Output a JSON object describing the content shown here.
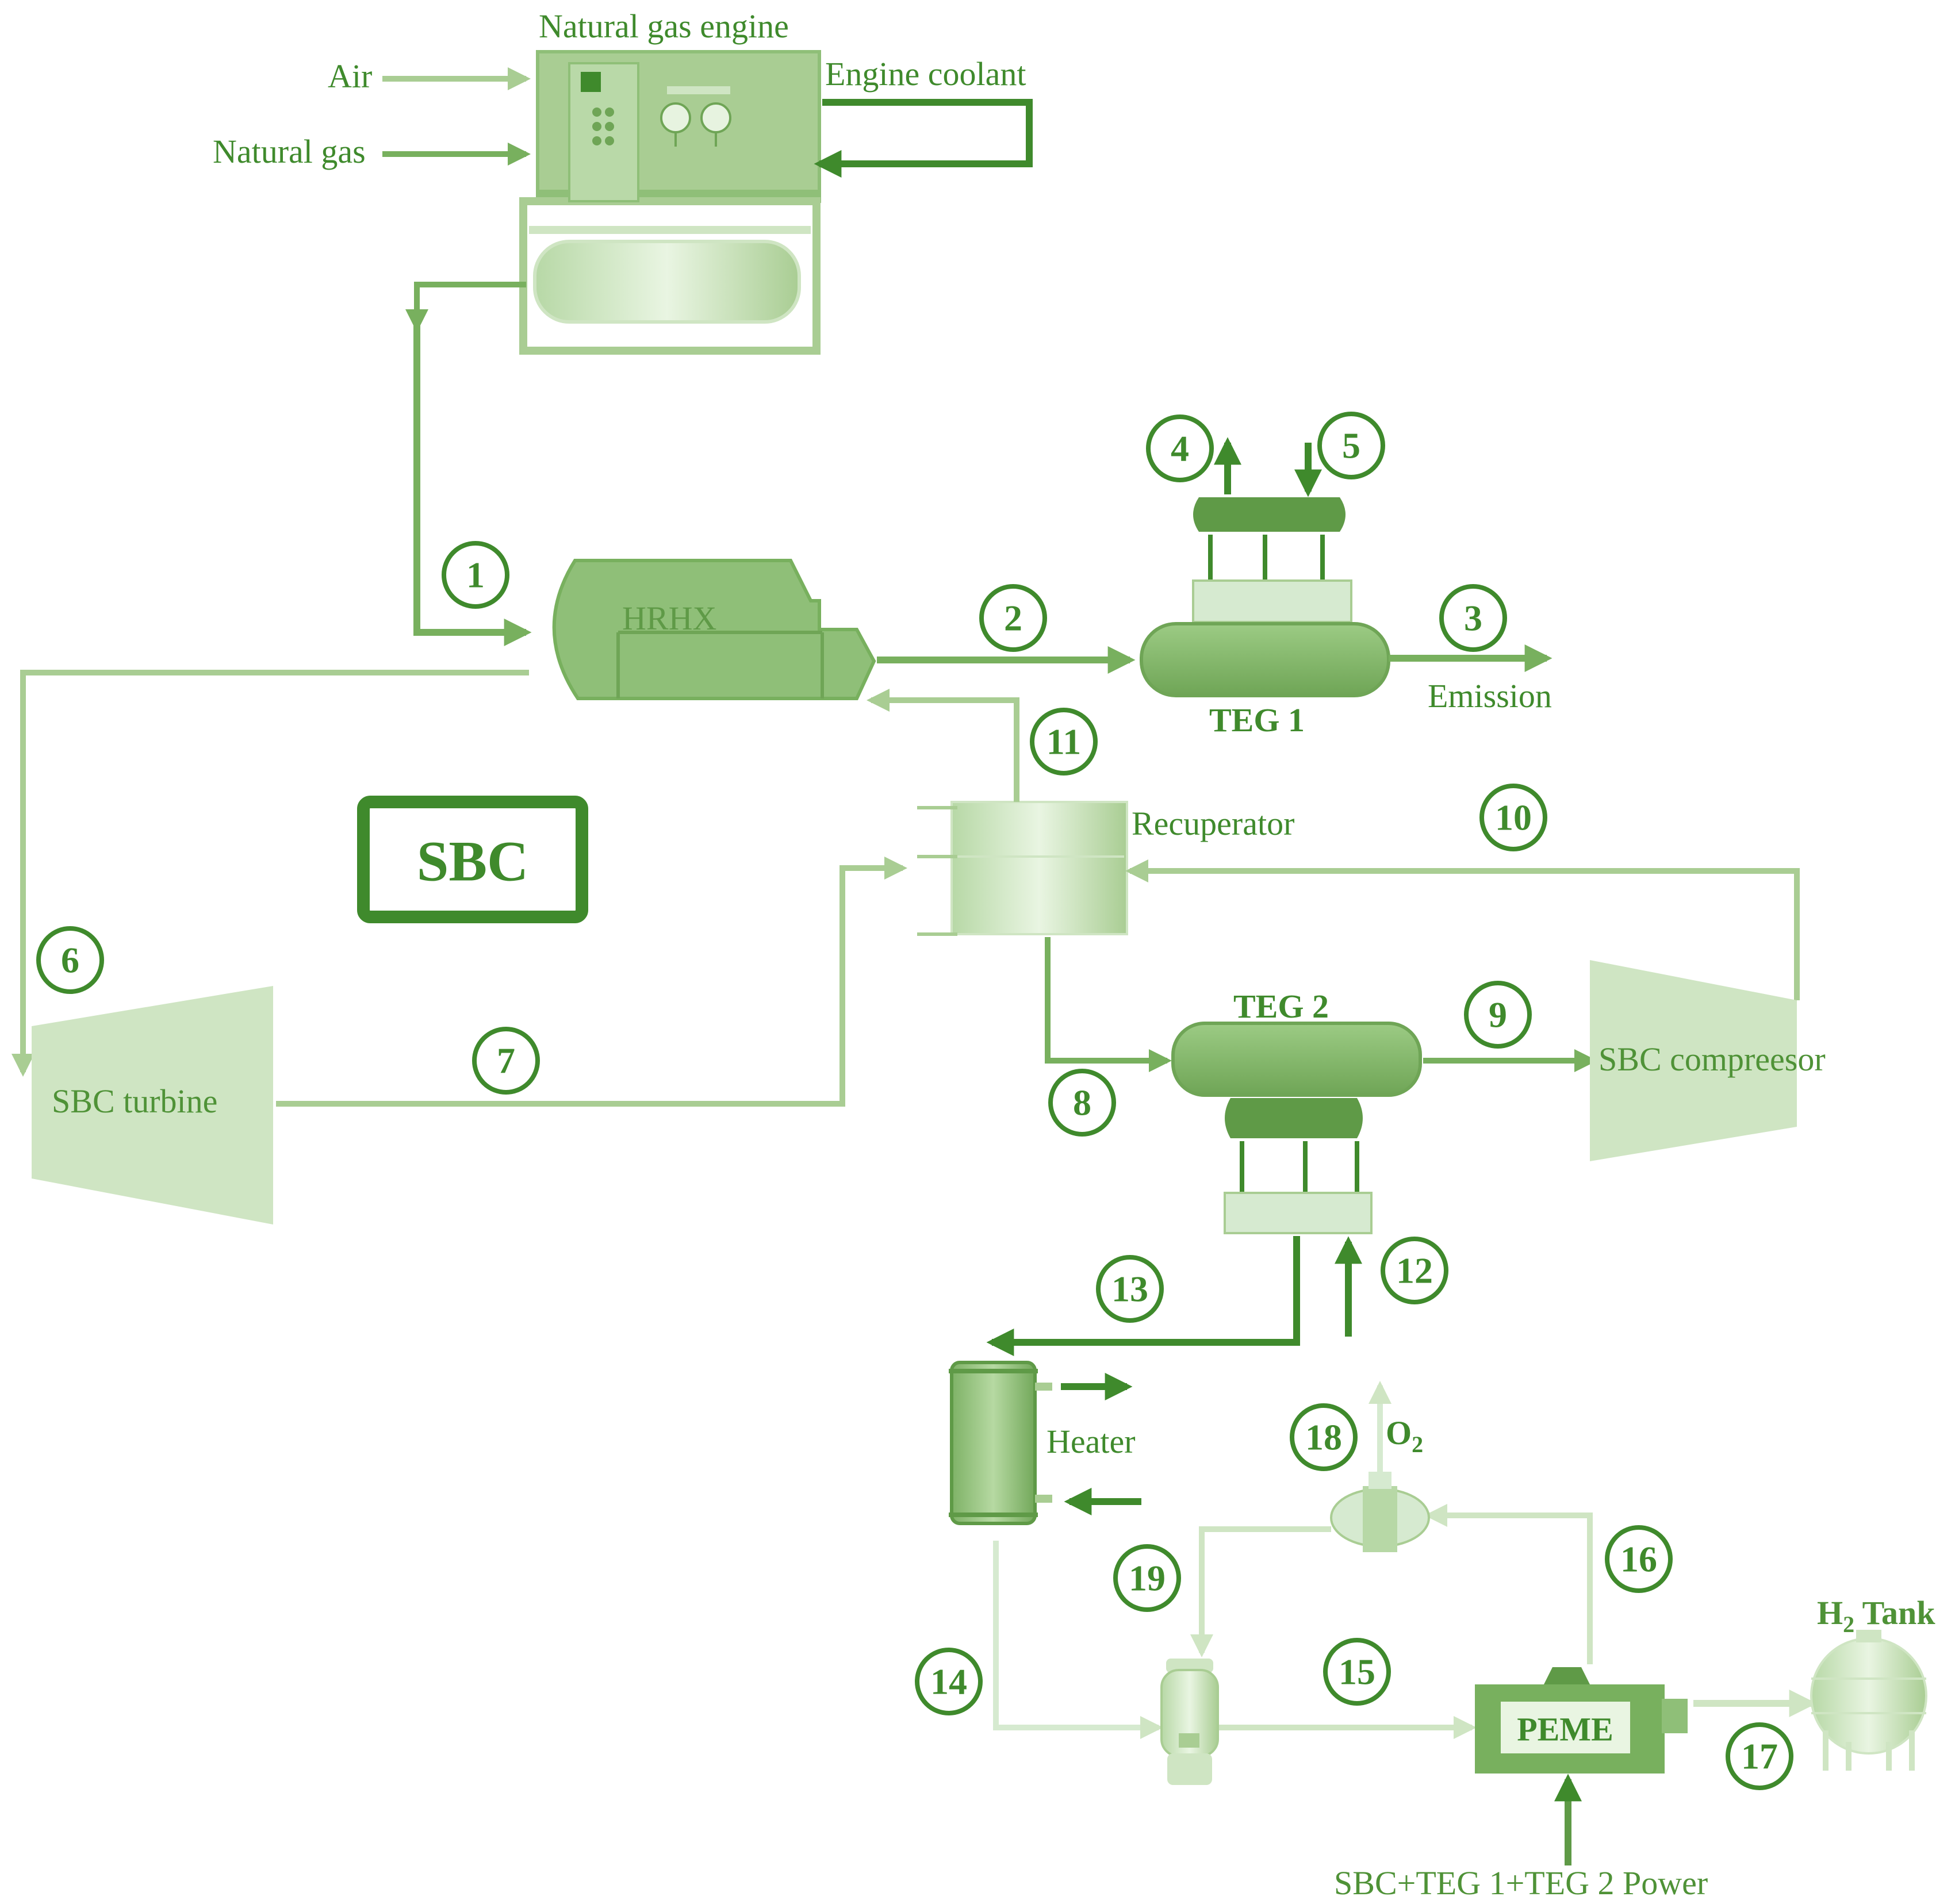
{
  "colors": {
    "dark": "#3f8a2c",
    "mid": "#78b05e",
    "light": "#a9cd93",
    "pale": "#d6ead0"
  },
  "labels": {
    "engine_title": "Natural gas engine",
    "air": "Air",
    "natural_gas": "Natural gas",
    "engine_coolant": "Engine coolant",
    "hrhx": "HRHX",
    "teg1": "TEG 1",
    "teg2": "TEG 2",
    "emission": "Emission",
    "sbc_box": "SBC",
    "recuperator": "Recuperator",
    "sbc_turbine": "SBC turbine",
    "sbc_compressor": "SBC compreesor",
    "heater": "Heater",
    "o2": "O",
    "o2_sub": "2",
    "peme": "PEME",
    "h2_tank_h": "H",
    "h2_tank_sub": "2",
    "h2_tank_rest": " Tank",
    "power": "SBC+TEG 1+TEG 2 Power"
  },
  "streams": [
    "1",
    "2",
    "3",
    "4",
    "5",
    "6",
    "7",
    "8",
    "9",
    "10",
    "11",
    "12",
    "13",
    "14",
    "15",
    "16",
    "17",
    "18",
    "19"
  ]
}
